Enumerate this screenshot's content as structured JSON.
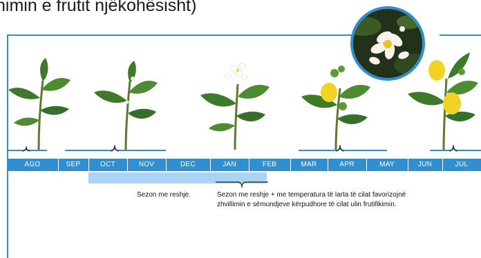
{
  "title": "himin e frutit njëkohësisht)",
  "months": [
    "AGO",
    "SEP",
    "OCT",
    "NOV",
    "DEC",
    "JAN",
    "FEB",
    "MAR",
    "APR",
    "MAY",
    "JUN",
    "JUL"
  ],
  "labels": {
    "rain_season": "Sezon me reshje.",
    "rain_temp_line1": "Sezon me reshje + me temperatura të larta të cilat favorizojnë",
    "rain_temp_line2": "zhvillimin e sëmundjeve kërpudhore të cilat ulin frutifikimin."
  },
  "colors": {
    "accent_blue": "#2f8fd0",
    "season_blue": "#a9d4f3",
    "leaf_green": "#3f7a2a",
    "lemon_yellow": "#f2d325"
  },
  "icons": [
    "lemon-plant-icon",
    "lemon-flower-photo-icon",
    "bracket-icon"
  ]
}
